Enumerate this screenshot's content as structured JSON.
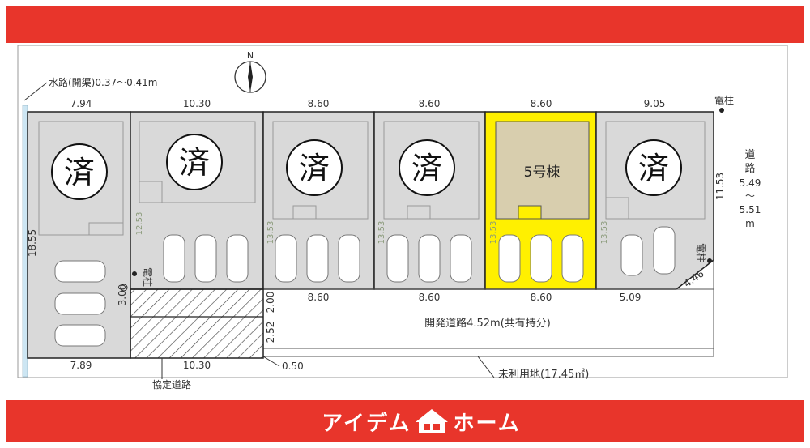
{
  "brand": {
    "part1": "アイデム",
    "part2": "ホーム",
    "color": "#e8352b"
  },
  "compass": {
    "label": "N"
  },
  "waterway": {
    "label": "水路(開渠)0.37～0.41m"
  },
  "lots": [
    {
      "status": "済",
      "top": "7.94",
      "sold": true
    },
    {
      "status": "済",
      "top": "10.30",
      "depth": "12.53",
      "sold": true
    },
    {
      "status": "済",
      "top": "8.60",
      "depth": "13.53",
      "bottom": "8.60",
      "sold": true
    },
    {
      "status": "済",
      "top": "8.60",
      "depth": "13.53",
      "bottom": "8.60",
      "sold": true
    },
    {
      "status": "5号棟",
      "top": "8.60",
      "depth": "13.53",
      "bottom": "8.60",
      "sold": false
    },
    {
      "status": "済",
      "top": "9.05",
      "depth": "13.53",
      "bottom": "5.09",
      "sold": true
    }
  ],
  "dims": {
    "left_depth": "18.55",
    "right_depth": "11.53",
    "corner": "4.46",
    "pole_gap": "3.00",
    "road_w1": "2.00",
    "road_w2": "2.52",
    "offset": "0.50",
    "bottom_left": "7.89",
    "bottom_mid": "10.30"
  },
  "labels": {
    "pole": "電柱",
    "dev_road": "開発道路4.52m(共有持分)",
    "agreement_road": "協定道路",
    "unused": "未利用地(17.45㎡)",
    "road_vertical": [
      "道",
      "路"
    ],
    "road_width_1": "5.49",
    "road_tilde": "～",
    "road_width_2": "5.51",
    "road_unit": "m"
  },
  "colors": {
    "lot_fill": "#d9d9d9",
    "highlight": "#fff000",
    "house_fill": "#d8ceae"
  }
}
